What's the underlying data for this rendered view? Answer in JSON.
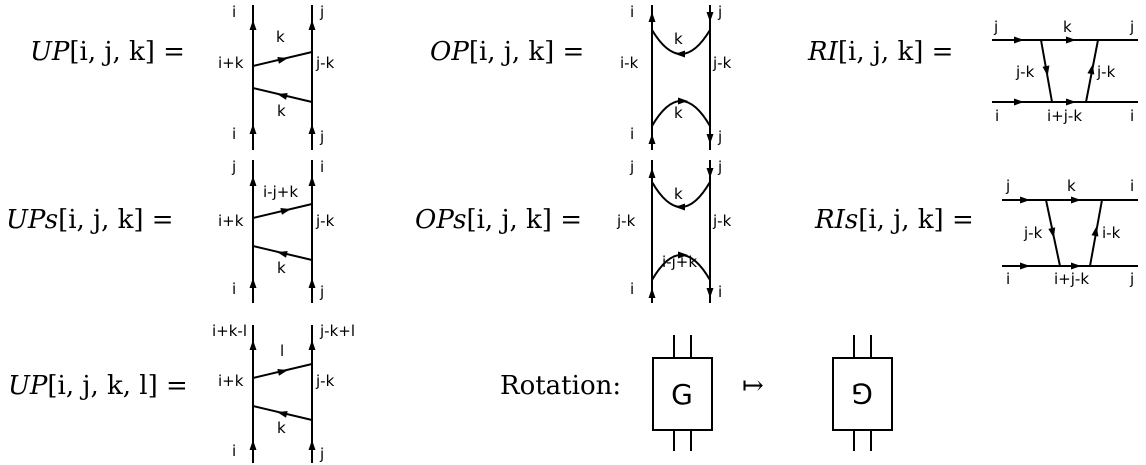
{
  "equations": [
    {
      "id": "up",
      "lhs_name": "UP",
      "lhs_args": "[i, j, k] ="
    },
    {
      "id": "op",
      "lhs_name": "OP",
      "lhs_args": "[i, j, k] ="
    },
    {
      "id": "ri",
      "lhs_name": "RI",
      "lhs_args": "[i, j, k] ="
    },
    {
      "id": "ups",
      "lhs_name": "UPs",
      "lhs_args": "[i, j, k] ="
    },
    {
      "id": "ops",
      "lhs_name": "OPs",
      "lhs_args": "[i, j, k] ="
    },
    {
      "id": "ris",
      "lhs_name": "RIs",
      "lhs_args": "[i, j, k] ="
    },
    {
      "id": "up4",
      "lhs_name": "UP",
      "lhs_args": "[i, j, k, l] ="
    }
  ],
  "labels": {
    "up": {
      "top_left": "i",
      "top_right": "j",
      "mid_left": "i+k",
      "mid_right": "j-k",
      "upper_rung": "k",
      "lower_rung": "k",
      "bot_left": "i",
      "bot_right": "j"
    },
    "op": {
      "top_left": "i",
      "top_right": "j",
      "mid_left": "i-k",
      "mid_right": "j-k",
      "upper_arc": "k",
      "lower_arc": "k",
      "bot_left": "i",
      "bot_right": "j"
    },
    "ri": {
      "top_left": "j",
      "top_mid": "k",
      "top_right": "j",
      "left_diag": "j-k",
      "right_diag": "j-k",
      "bot_left": "i",
      "bot_mid": "i+j-k",
      "bot_right": "i"
    },
    "ups": {
      "top_left": "j",
      "top_right": "i",
      "mid_left": "i+k",
      "mid_right": "j-k",
      "upper_rung": "i-j+k",
      "lower_rung": "k",
      "bot_left": "i",
      "bot_right": "j"
    },
    "ops": {
      "top_left": "j",
      "top_right": "j",
      "mid_left": "j-k",
      "mid_right": "j-k",
      "upper_arc": "k",
      "lower_arc": "i-j+k",
      "bot_left": "i",
      "bot_right": "i"
    },
    "ris": {
      "top_left": "j",
      "top_mid": "k",
      "top_right": "i",
      "left_diag": "j-k",
      "right_diag": "i-k",
      "bot_left": "i",
      "bot_mid": "i+j-k",
      "bot_right": "j"
    },
    "up4": {
      "top_left": "i+k-l",
      "top_right": "j-k+l",
      "mid_left": "i+k",
      "mid_right": "j-k",
      "upper_rung": "l",
      "lower_rung": "k",
      "bot_left": "i",
      "bot_right": "j"
    }
  },
  "rotation": {
    "label": "Rotation:",
    "box_left_glyph": "G",
    "maps_to": "↦",
    "box_right_glyph": "G"
  }
}
